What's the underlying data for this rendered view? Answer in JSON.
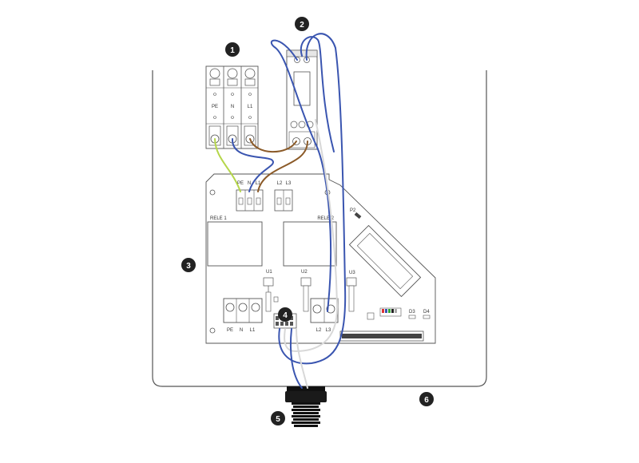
{
  "colors": {
    "outline": "#555555",
    "wire_blue": "#3a55b0",
    "wire_brown": "#8b5a28",
    "wire_green_yellow": "#b5d64a",
    "wire_white": "#d8d8d8",
    "callout_fill": "#222222"
  },
  "callouts": [
    "1",
    "2",
    "3",
    "4",
    "5",
    "6"
  ],
  "breaker_labels": [
    "PE",
    "N",
    "L1"
  ],
  "board": {
    "terminal_top_left": [
      "PE",
      "N",
      "L1"
    ],
    "terminal_top_right": [
      "L2",
      "L3"
    ],
    "relay_1": "RELE 1",
    "relay_2": "RELE 2",
    "u1": "U1",
    "u2": "U2",
    "u3": "U3",
    "p2": "P2",
    "d3": "D3",
    "d4": "D4",
    "bottom_left_terminal": [
      "PE",
      "N",
      "L1"
    ],
    "bottom_right_terminal": [
      "L2",
      "L3"
    ]
  }
}
